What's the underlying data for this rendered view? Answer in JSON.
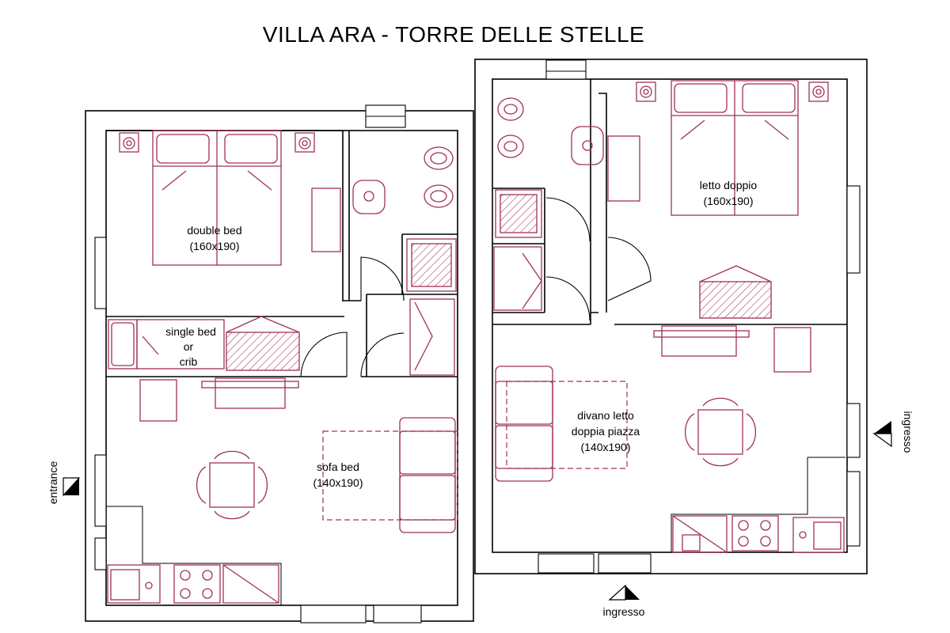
{
  "title": "VILLA ARA - TORRE DELLE STELLE",
  "left_apartment": {
    "bedroom": {
      "label": "double bed",
      "size": "(160x190)"
    },
    "single_bed": {
      "line1": "single bed",
      "line2": "or",
      "line3": "crib"
    },
    "living": {
      "label": "sofa bed",
      "size": "(140x190)"
    },
    "entrance": "entrance"
  },
  "right_apartment": {
    "bedroom": {
      "label": "letto doppio",
      "size": "(160x190)"
    },
    "living": {
      "line1": "divano letto",
      "line2": "doppia piazza",
      "size": "(140x190)"
    },
    "entrance_side": "ingresso",
    "entrance_bottom": "ingresso"
  },
  "colors": {
    "furniture": "#a0305a",
    "walls": "#000000"
  }
}
